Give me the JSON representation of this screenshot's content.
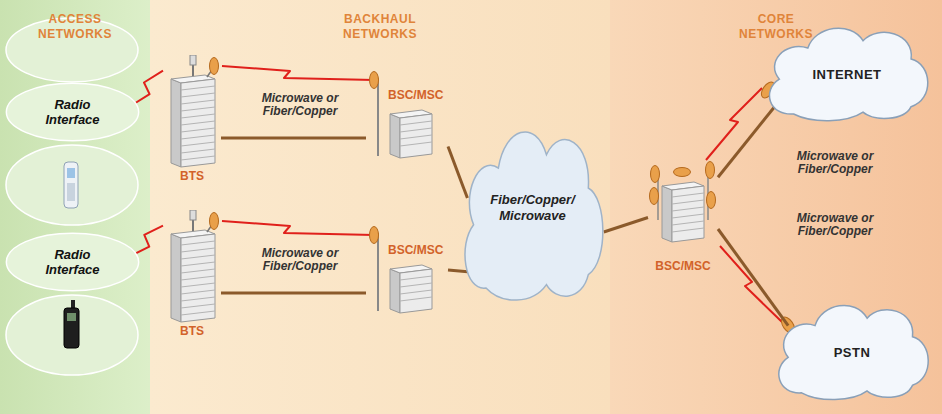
{
  "diagram": {
    "nodes": [
      {
        "text": [
          "ACCESS NETWORKS"
        ]
      },
      {
        "text": [
          "BACKHAUL NETWORKS"
        ]
      },
      {
        "text": [
          "CORE NETWORKS"
        ]
      },
      {
        "text": [
          "Radio Interface"
        ],
        "in": 0
      },
      {
        "text": [
          "Radio Interface"
        ],
        "in": 0
      },
      {
        "text": [
          "BTS"
        ],
        "in": 1
      },
      {
        "text": [
          "BTS"
        ],
        "in": 1
      },
      {
        "text": [
          "BSC/MSC"
        ],
        "in": 1
      },
      {
        "text": [
          "BSC/MSC"
        ],
        "in": 1
      },
      {
        "text": [
          "Fiber/Copper/ Microwave"
        ],
        "in": 1
      },
      {
        "text": [
          "BSC/MSC"
        ],
        "in": 2
      },
      {
        "text": [
          "INTERNET"
        ],
        "in": 2
      },
      {
        "text": [
          "PSTN"
        ],
        "in": 2
      }
    ],
    "edges": [
      {
        "from": 3,
        "to": 5,
        "arrow": "none"
      },
      {
        "from": 4,
        "to": 6,
        "arrow": "none"
      },
      {
        "from": 5,
        "to": 7,
        "label": "Microwave or Fiber/Copper",
        "arrow": "none"
      },
      {
        "from": 6,
        "to": 8,
        "label": "Microwave or Fiber/Copper",
        "arrow": "none"
      },
      {
        "from": 7,
        "to": 9,
        "arrow": "none"
      },
      {
        "from": 8,
        "to": 9,
        "arrow": "none"
      },
      {
        "from": 9,
        "to": 10,
        "arrow": "none"
      },
      {
        "from": 10,
        "to": 11,
        "label": "Microwave or Fiber/Copper",
        "arrow": "none"
      },
      {
        "from": 10,
        "to": 12,
        "label": "Microwave or Fiber/Copper",
        "arrow": "none"
      }
    ]
  }
}
